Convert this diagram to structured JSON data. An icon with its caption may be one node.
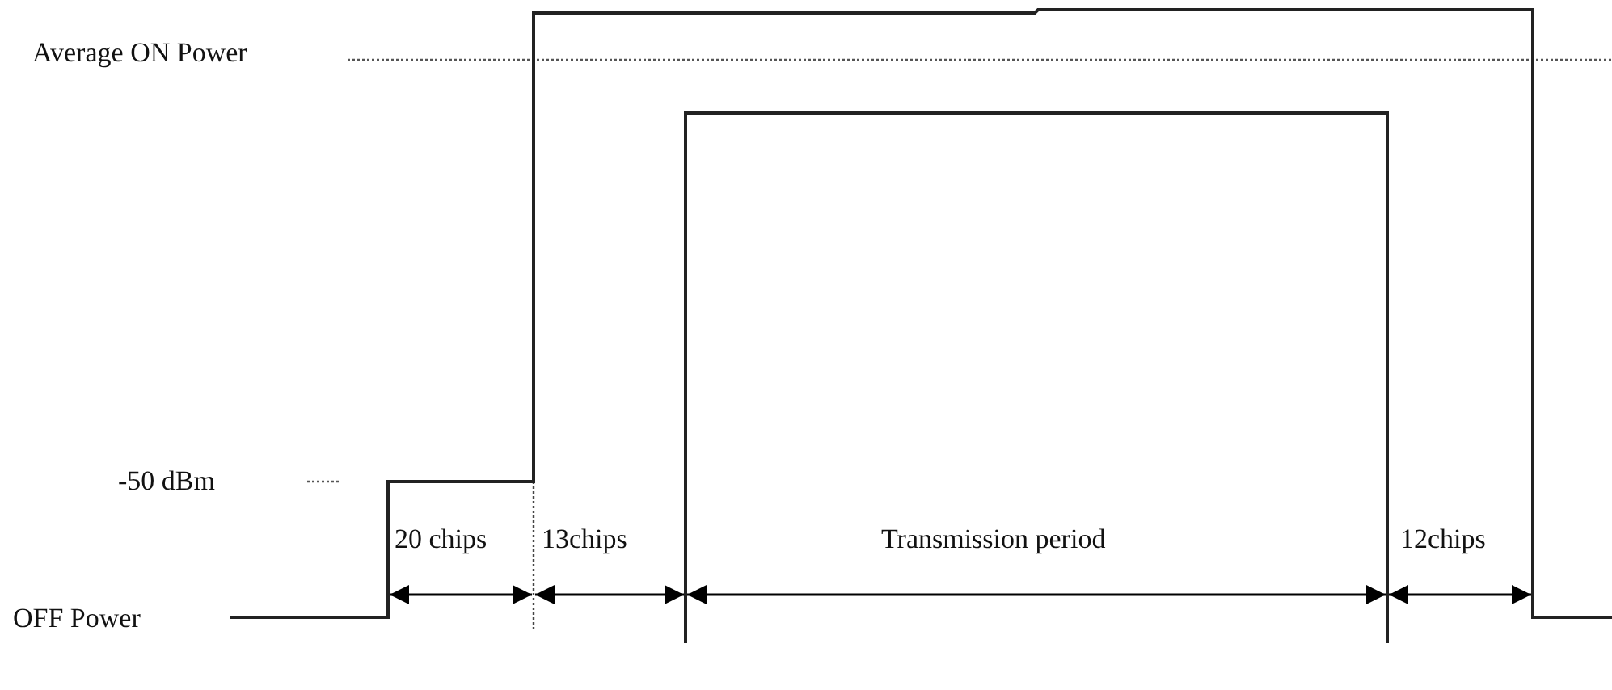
{
  "diagram": {
    "labels": [
      "Average ON Power",
      "-50 dBm",
      "OFF Power",
      "20 chips",
      "13chips",
      "Transmission period",
      "12chips"
    ]
  }
}
